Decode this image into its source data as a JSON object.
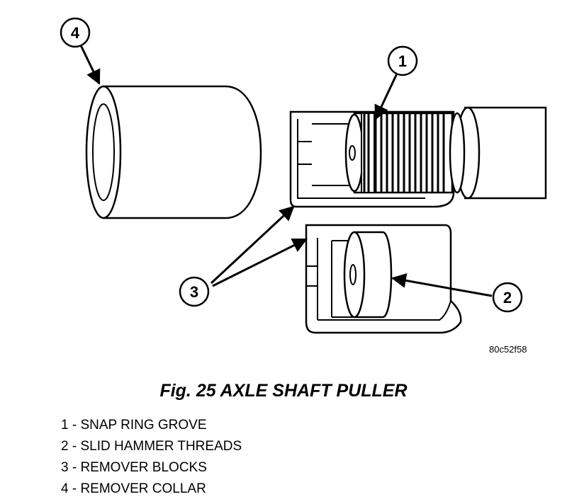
{
  "figure": {
    "callouts": [
      {
        "number": "1"
      },
      {
        "number": "2"
      },
      {
        "number": "3"
      },
      {
        "number": "4"
      }
    ],
    "drawing_code": "80c52f58",
    "caption": "Fig. 25 AXLE SHAFT PULLER",
    "legend": [
      "1 - SNAP RING GROVE",
      "2 - SLID HAMMER THREADS",
      "3 - REMOVER BLOCKS",
      "4 - REMOVER COLLAR"
    ]
  }
}
